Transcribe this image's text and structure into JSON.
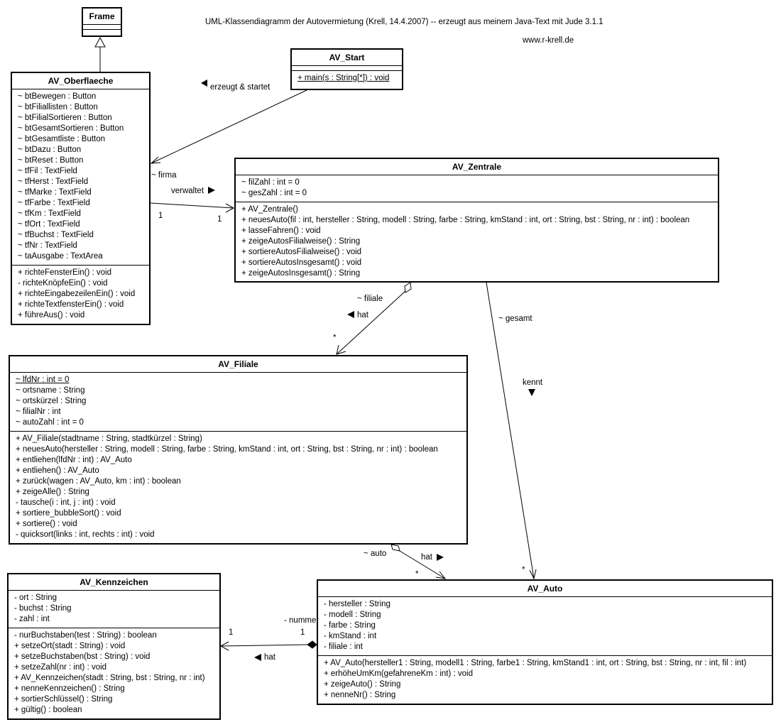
{
  "header": {
    "title": "UML-Klassendiagramm der Autovermietung (Krell, 14.4.2007) -- erzeugt aus meinem Java-Text mit Jude 3.1.1",
    "url": "www.r-krell.de"
  },
  "classes": {
    "frame": {
      "name": "Frame"
    },
    "start": {
      "name": "AV_Start",
      "operations": [
        "+ main(s : String[*]) : void"
      ]
    },
    "oberflaeche": {
      "name": "AV_Oberflaeche",
      "attributes": [
        "~ btBewegen : Button",
        "~ btFiliallisten : Button",
        "~ btFilialSortieren : Button",
        "~ btGesamtSortieren : Button",
        "~ btGesamtliste : Button",
        "~ btDazu : Button",
        "~ btReset : Button",
        "~ tfFil : TextField",
        "~ tfHerst : TextField",
        "~ tfMarke : TextField",
        "~ tfFarbe : TextField",
        "~ tfKm : TextField",
        "~ tfOrt : TextField",
        "~ tfBuchst : TextField",
        "~ tfNr : TextField",
        "~ taAusgabe : TextArea"
      ],
      "operations": [
        "+ richteFensterEin() : void",
        "- richteKnöpfeEin() : void",
        "+ richteEingabezeilenEin() : void",
        "+ richteTextfensterEin() : void",
        "+ führeAus() : void"
      ]
    },
    "zentrale": {
      "name": "AV_Zentrale",
      "attributes": [
        "~ filZahl : int = 0",
        "~ gesZahl : int = 0"
      ],
      "operations": [
        "+ AV_Zentrale()",
        "+ neuesAuto(fil : int, hersteller : String, modell : String, farbe : String, kmStand : int, ort : String, bst : String, nr : int) : boolean",
        "+ lasseFahren() : void",
        "+ zeigeAutosFilialweise() : String",
        "+ sortiereAutosFilialweise() : void",
        "+ sortiereAutosInsgesamt() : void",
        "+ zeigeAutosInsgesamt() : String"
      ]
    },
    "filiale": {
      "name": "AV_Filiale",
      "attributes": [
        "~ lfdNr : int = 0",
        "~ ortsname : String",
        "~ ortskürzel : String",
        "~ filialNr : int",
        "~ autoZahl : int = 0"
      ],
      "operations": [
        "+ AV_Filiale(stadtname : String, stadtkürzel : String)",
        "+ neuesAuto(hersteller : String, modell : String, farbe : String, kmStand : int, ort : String, bst : String, nr : int) : boolean",
        "+ entliehen(lfdNr : int) : AV_Auto",
        "+ entliehen() : AV_Auto",
        "+ zurück(wagen : AV_Auto, km : int) : boolean",
        "+ zeigeAlle() : String",
        "- tausche(i : int, j : int) : void",
        "+ sortiere_bubbleSort() : void",
        "+ sortiere() : void",
        "- quicksort(links : int, rechts : int) : void"
      ]
    },
    "kennzeichen": {
      "name": "AV_Kennzeichen",
      "attributes": [
        "- ort : String",
        "- buchst : String",
        "- zahl : int"
      ],
      "operations": [
        "- nurBuchstaben(test : String) : boolean",
        "+ setzeOrt(stadt : String) : void",
        "+ setzeBuchstaben(bst : String) : void",
        "+ setzeZahl(nr : int) : void",
        "+ AV_Kennzeichen(stadt : String, bst : String, nr : int)",
        "+ nenneKennzeichen() : String",
        "+ sortierSchlüssel() : String",
        "+ gültig() : boolean"
      ]
    },
    "auto": {
      "name": "AV_Auto",
      "attributes": [
        "- hersteller : String",
        "- modell : String",
        "- farbe : String",
        "- kmStand : int",
        "- filiale : int"
      ],
      "operations": [
        "+ AV_Auto(hersteller1 : String, modell1 : String, farbe1 : String, kmStand1 : int, ort : String, bst : String, nr : int, fil : int)",
        "+ erhöheUmKm(gefahreneKm : int) : void",
        "+ zeigeAuto() : String",
        "+ nenneNr() : String"
      ]
    }
  },
  "labels": {
    "erzeugt": "erzeugt & startet",
    "firma": "~ firma",
    "verwaltet": "verwaltet",
    "mult_ob": "1",
    "mult_ze": "1",
    "filiale_role": "~ filiale",
    "hat1": "hat",
    "star1": "*",
    "gesamt": "~ gesamt",
    "kennt": "kennt",
    "auto_role": "~ auto",
    "hat2": "hat",
    "star2": "*",
    "star3": "*",
    "nummer": "- nummer",
    "mult_k1": "1",
    "mult_k2": "1",
    "hat3": "hat"
  }
}
